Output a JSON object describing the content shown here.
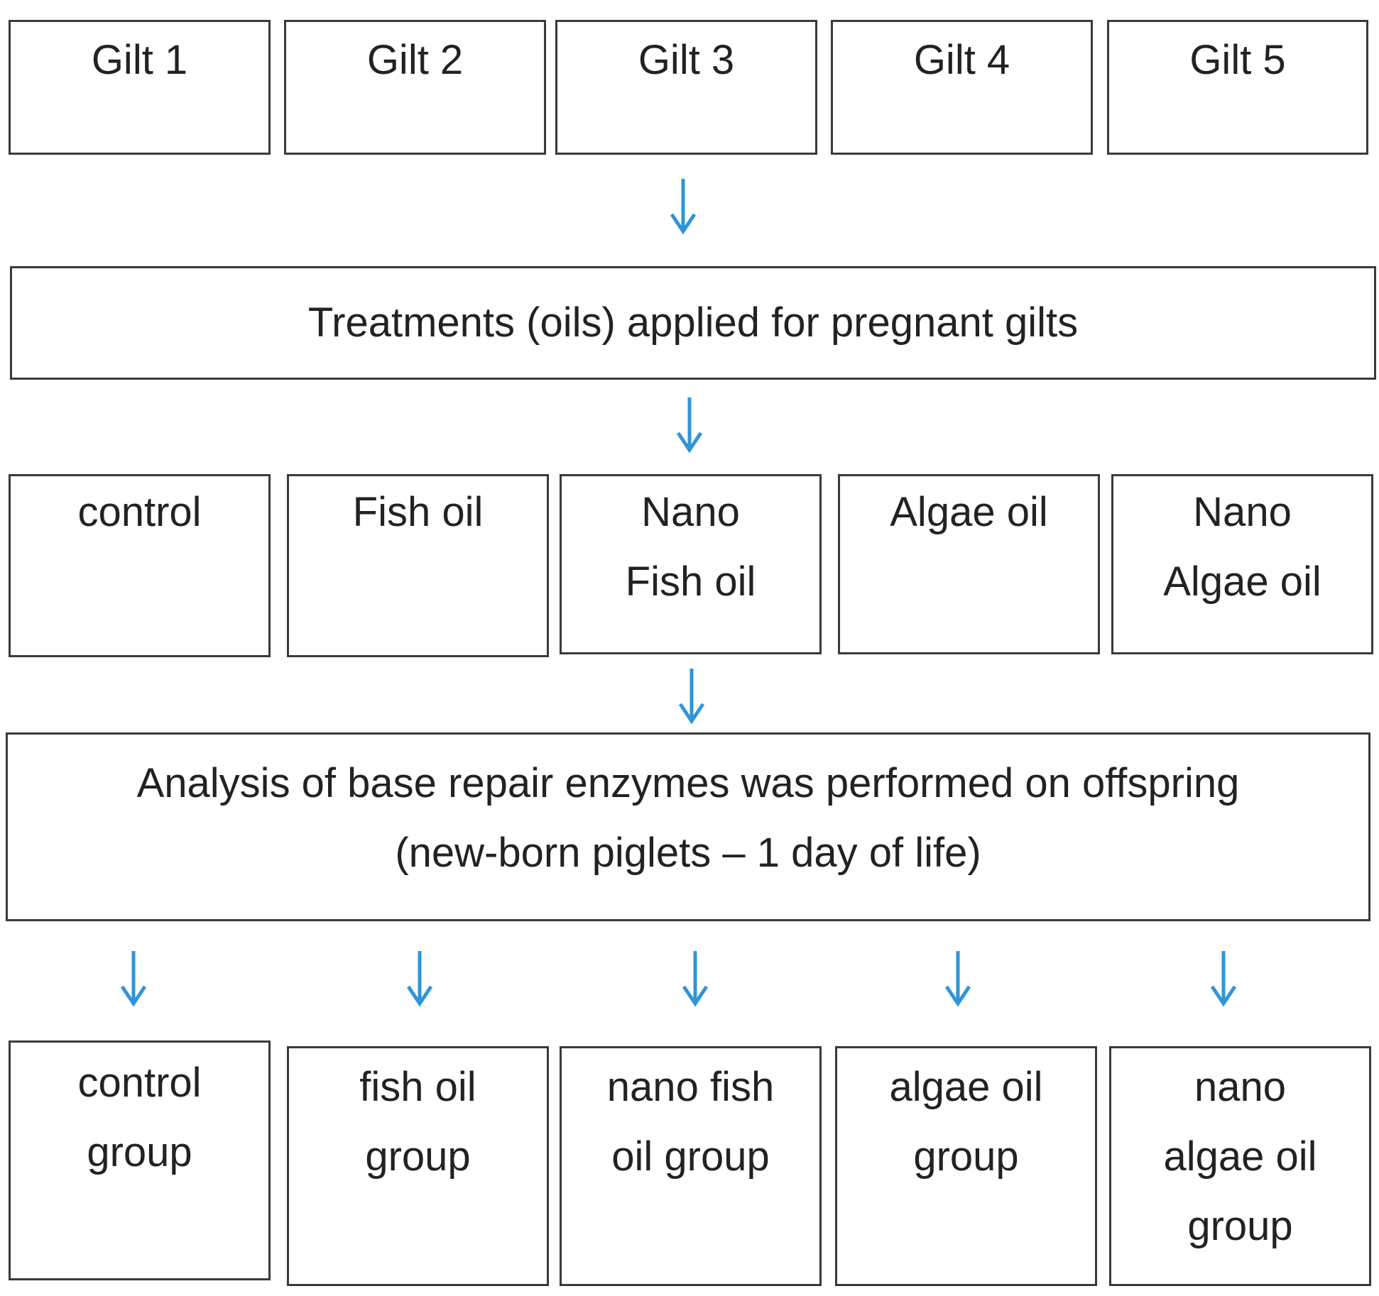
{
  "colors": {
    "arrow": "#2f95d8",
    "border": "#3a3a3a",
    "text": "#222222"
  },
  "gilts": [
    "Gilt 1",
    "Gilt 2",
    "Gilt 3",
    "Gilt 4",
    "Gilt 5"
  ],
  "treatments_box": "Treatments (oils) applied for pregnant gilts",
  "treatments": [
    {
      "lines": [
        "control"
      ]
    },
    {
      "lines": [
        "Fish oil"
      ]
    },
    {
      "lines": [
        "Nano",
        "Fish oil"
      ]
    },
    {
      "lines": [
        "Algae oil"
      ]
    },
    {
      "lines": [
        "Nano",
        "Algae oil"
      ]
    }
  ],
  "analysis_box": {
    "line1": "Analysis of base repair enzymes was performed on offspring",
    "line2": "(new-born piglets – 1 day of life)"
  },
  "groups": [
    {
      "lines": [
        "control",
        "group"
      ]
    },
    {
      "lines": [
        "fish oil",
        "group"
      ]
    },
    {
      "lines": [
        "nano fish",
        "oil group"
      ]
    },
    {
      "lines": [
        "algae oil",
        "group"
      ]
    },
    {
      "lines": [
        "nano",
        "algae oil",
        "group"
      ]
    }
  ]
}
